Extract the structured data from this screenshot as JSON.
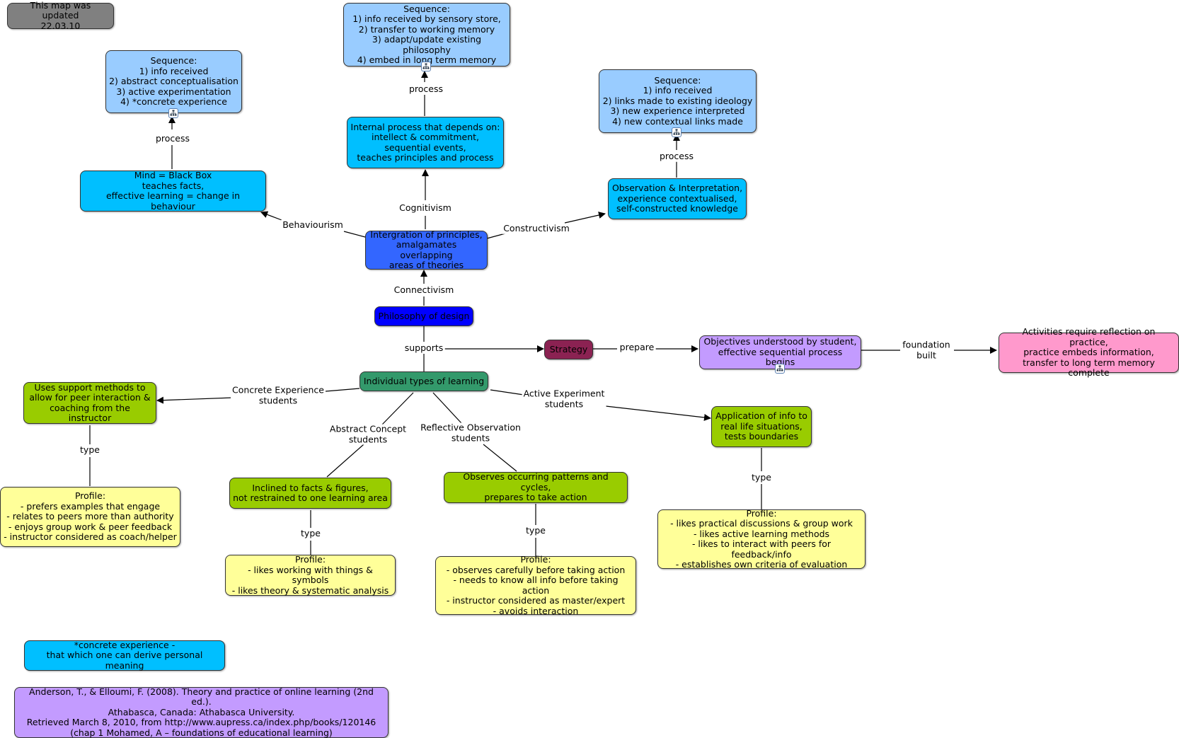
{
  "nodes": {
    "updated_note": "This map was updated\n22.03.10",
    "seq_behaviourism": "Sequence:\n1) info received\n2) abstract conceptualisation\n3) active experimentation\n4) *concrete experience",
    "seq_cognitivism": "Sequence:\n1) info received by sensory store,\n2) transfer to working memory\n3) adapt/update existing philosophy\n4) embed in long term memory",
    "seq_constructivism": "Sequence:\n1) info received\n2) links made to existing ideology\n3) new experience interpreted\n4) new contextual links made",
    "mind_black_box": "Mind = Black Box\nteaches facts,\neffective learning = change in behaviour",
    "internal_process": "Internal process that depends on:\nintellect & commitment,\nsequential events,\nteaches principles and process",
    "observation_interpretation": "Observation & Interpretation,\nexperience contextualised,\nself-constructed knowledge",
    "integration": "Intergration of principles,\namalgamates overlapping\nareas of theories",
    "philosophy": "Philosophy of design",
    "strategy": "Strategy",
    "objectives": "Objectives understood by student,\neffective sequential process begins",
    "activities": "Activities require reflection on practice,\npractice embeds information,\ntransfer to long term memory complete",
    "individual_types": "Individual types of learning",
    "support_methods": "Uses support methods to\nallow for peer interaction &\ncoaching from the instructor",
    "application_info": "Application of info to\nreal life situations,\ntests boundaries",
    "inclined_facts": "Inclined to facts & figures,\nnot restrained to one learning area",
    "observes_patterns": "Observes occurring patterns and cycles,\nprepares to take action",
    "profile_concrete": "Profile:\n- prefers examples that engage\n- relates to peers more than authority\n- enjoys group work & peer feedback\n- instructor considered as coach/helper",
    "profile_abstract": "Profile:\n- likes working with things & symbols\n- likes theory & systematic analysis",
    "profile_reflective": "Profile:\n- observes carefully before taking action\n- needs to know all info before taking action\n- instructor considered as master/expert\n- avoids interaction",
    "profile_active": "Profile:\n- likes practical discussions & group work\n- likes active learning methods\n- likes to interact with peers for feedback/info\n- establishes own criteria of evaluation",
    "concrete_note": "*concrete experience -\nthat which one can derive personal meaning",
    "reference": "Anderson, T., & Elloumi, F. (2008). Theory and practice of online learning (2nd ed.).\nAthabasca, Canada: Athabasca University.\nRetrieved March 8, 2010, from http://www.aupress.ca/index.php/books/120146\n(chap 1 Mohamed, A – foundations of educational learning)"
  },
  "links": {
    "process_1": "process",
    "process_2": "process",
    "process_3": "process",
    "behaviourism": "Behaviourism",
    "cognitivism": "Cognitivism",
    "constructivism": "Constructivism",
    "connectivism": "Connectivism",
    "supports": "supports",
    "prepare": "prepare",
    "foundation_built": "foundation\nbuilt",
    "concrete_students": "Concrete Experience\nstudents",
    "abstract_students": "Abstract Concept\nstudents",
    "reflective_students": "Reflective Observation\nstudents",
    "active_students": "Active Experiment\nstudents",
    "type_1": "type",
    "type_2": "type",
    "type_3": "type",
    "type_4": "type"
  },
  "colors": {
    "gray_note": "#808080",
    "light_blue": "#99ccff",
    "cyan": "#00bfff",
    "blue": "#3366ff",
    "dark_blue": "#0000ff",
    "maroon": "#8b2252",
    "lavender": "#c39bff",
    "pink": "#ff99cc",
    "green": "#33996b",
    "lime": "#99cc00",
    "yellow": "#ffff99"
  },
  "icons": [
    "hierarchy-icon"
  ]
}
